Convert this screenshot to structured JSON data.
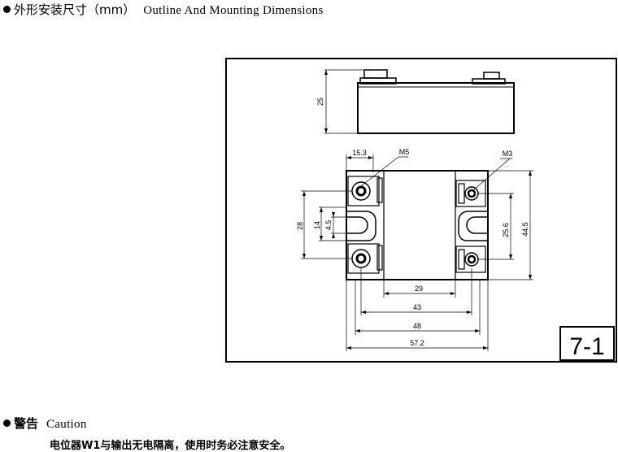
{
  "header": {
    "title_zh": "外形安装尺寸（mm）",
    "title_en": "Outline And Mounting Dimensions"
  },
  "drawing": {
    "figure_number": "7-1",
    "dimensions": {
      "height_25": "25",
      "terminal_offset_15_3": "15.3",
      "screw_m5": "M5",
      "screw_m3": "M3",
      "slot_pitch_28": "28",
      "slot_14": "14",
      "slot_width_4_5": "4.5",
      "control_pitch_25_6": "25.6",
      "body_width_44_5": "44.5",
      "inner_29": "29",
      "width_43": "43",
      "mount_48": "48",
      "length_57_2": "57.2"
    }
  },
  "caution": {
    "title_zh": "警告",
    "title_en": "Caution",
    "text": "电位器W1与输出无电隔离，使用时务必注意安全。"
  }
}
